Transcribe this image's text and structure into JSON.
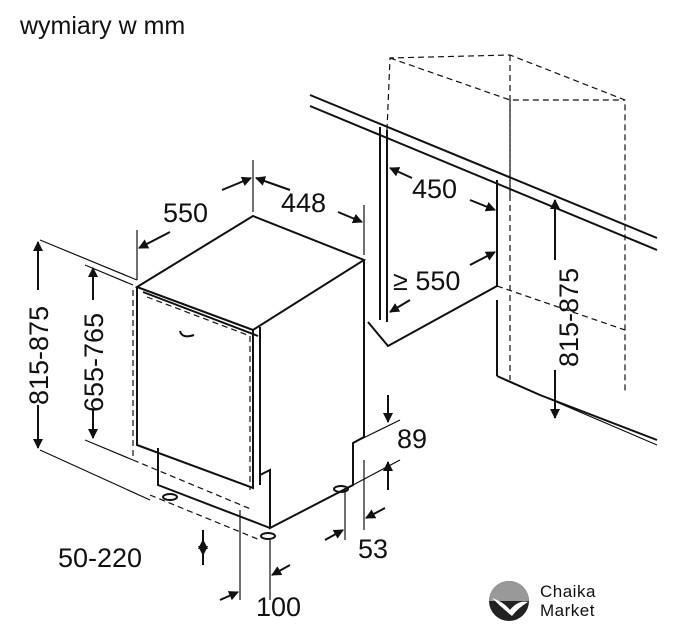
{
  "title": "wymiary w mm",
  "dimensions": {
    "depth": "550",
    "width": "448",
    "niche_width": "450",
    "niche_depth": "≥ 550",
    "niche_height": "815-875",
    "height_total": "815-875",
    "height_door": "655-765",
    "plinth_height": "89",
    "plinth_depth": "53",
    "feet_adjust": "50-220",
    "plinth_offset": "100"
  },
  "logo": {
    "line1": "Chaika",
    "line2": "Market"
  }
}
